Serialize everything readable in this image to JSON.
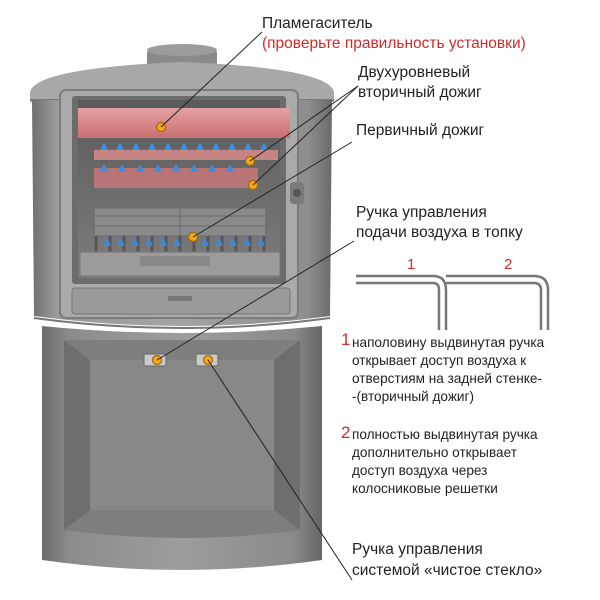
{
  "labels": {
    "flame_damper": "Пламегаситель",
    "flame_damper_note": "(проверьте правильность установки)",
    "secondary_line1": "Двухуровневый",
    "secondary_line2": "вторичный дожиг",
    "primary": "Первичный дожиг",
    "air_handle_line1": "Ручка управления",
    "air_handle_line2": "подачи воздуха в топку",
    "glass_handle_line1": "Ручка управления",
    "glass_handle_line2": "системой «чистое стекло»"
  },
  "positions": {
    "pos1": "1",
    "pos2": "2"
  },
  "notes": {
    "n1_num": "1",
    "n1_line1": "наполовину выдвинутая ручка",
    "n1_line2": "открывает доступ воздуха к",
    "n1_line3": "отверстиям на задней стенке-",
    "n1_line4": "-(вторичный дожиг)",
    "n2_num": "2",
    "n2_line1": "полностью выдвинутая ручка",
    "n2_line2": "дополнительно открывает",
    "n2_line3": "доступ воздуха через",
    "n2_line4": "колосниковые решетки"
  },
  "colors": {
    "accent_red": "#d42a2a",
    "stove_body": "#8f8f8f",
    "air_arrow": "#3b8ee0",
    "marker": "#f2a81d"
  }
}
